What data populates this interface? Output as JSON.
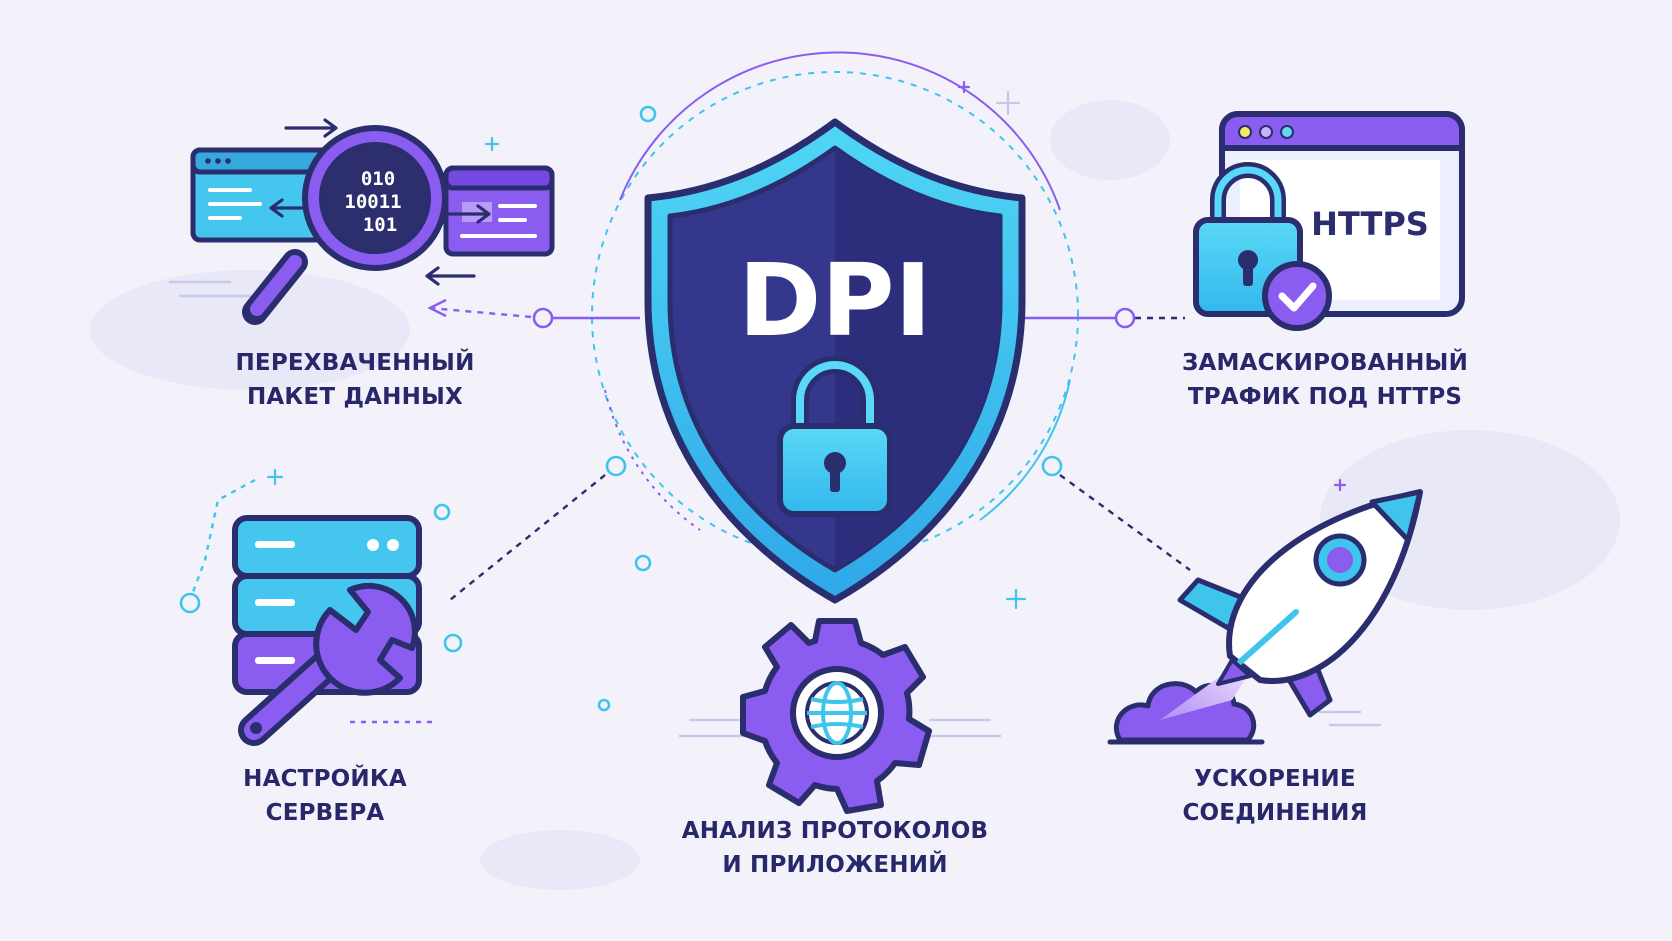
{
  "center": {
    "label": "DPI"
  },
  "packet": {
    "binary": [
      "010",
      "10011",
      "101"
    ],
    "caption": [
      "ПЕРЕХВАЧЕННЫЙ",
      "ПАКЕТ ДАННЫХ"
    ]
  },
  "https": {
    "badge": "HTTPS",
    "caption": [
      "ЗАМАСКИРОВАННЫЙ",
      "ТРАФИК ПОД HTTPS"
    ]
  },
  "server": {
    "caption": [
      "НАСТРОЙКА",
      "СЕРВЕРА"
    ]
  },
  "protocols": {
    "caption": [
      "АНАЛИЗ ПРОТОКОЛОВ",
      "И ПРИЛОЖЕНИЙ"
    ]
  },
  "speed": {
    "caption": [
      "УСКОРЕНИЕ",
      "СОЕДИНЕНИЯ"
    ]
  },
  "colors": {
    "navy": "#2a2d6e",
    "cyan": "#38c5ee",
    "violet": "#8a5cf0",
    "shield": "#35378d",
    "background": "#f3f2fb"
  }
}
